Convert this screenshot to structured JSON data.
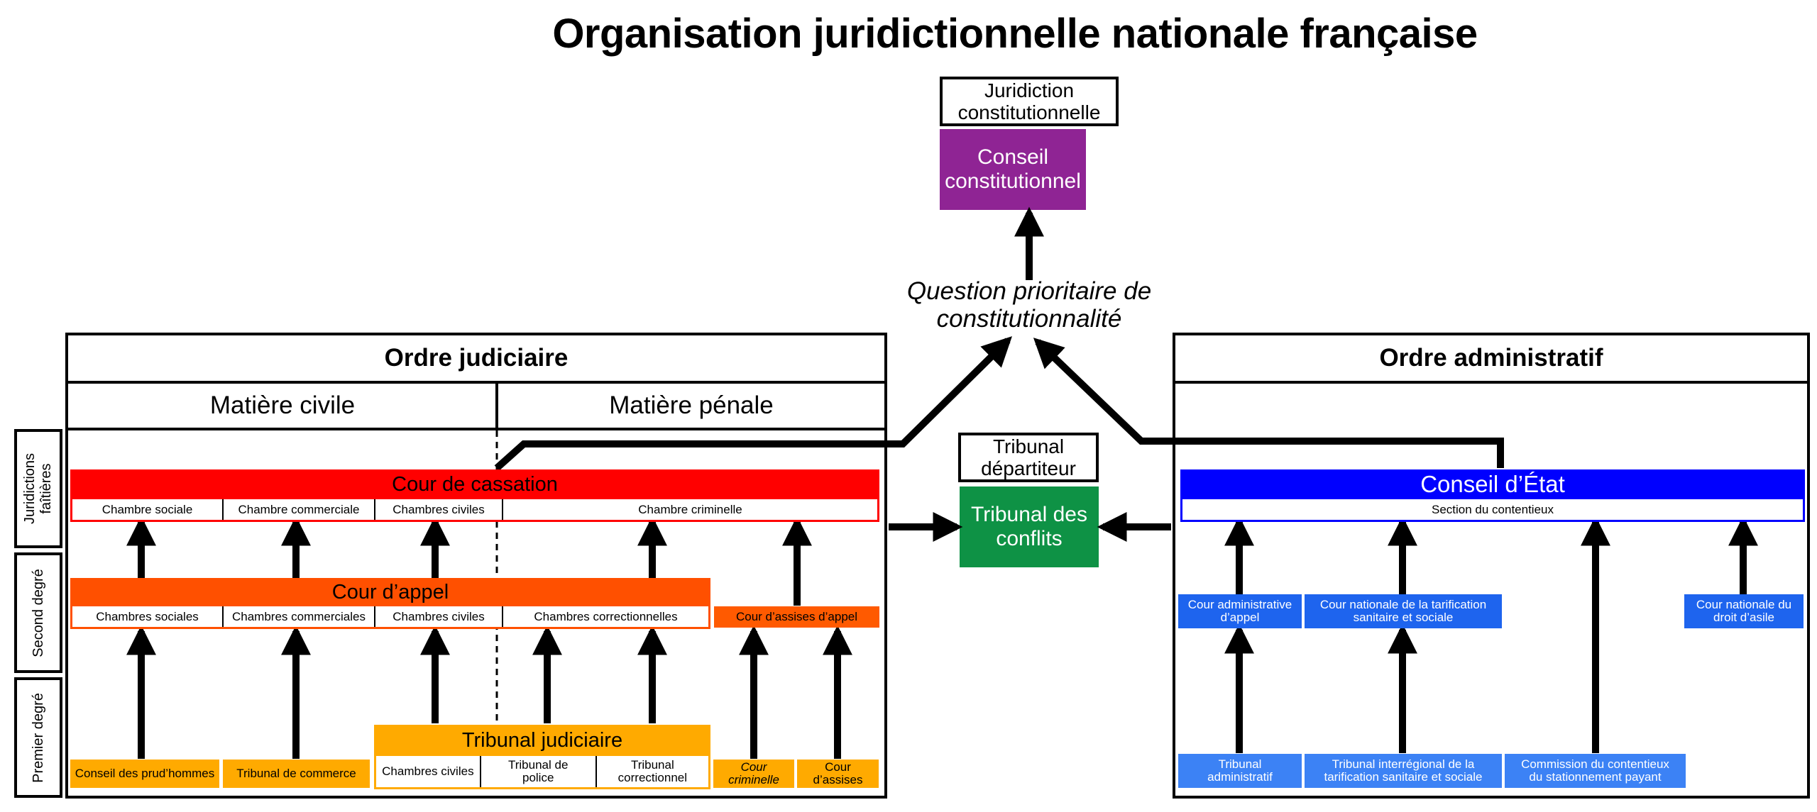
{
  "title": "Organisation juridictionnelle nationale française",
  "constitutional": {
    "label": "Juridiction constitutionnelle",
    "court": "Conseil constitutionnel",
    "qpc": "Question prioritaire de constitutionnalité"
  },
  "conflicts": {
    "departiteur": "Tribunal départiteur",
    "court": "Tribunal des conflits"
  },
  "levels": {
    "supreme": "Juridictions faîtières",
    "second": "Second degré",
    "first": "Premier degré"
  },
  "judicial": {
    "header": "Ordre judiciaire",
    "civil": "Matière civile",
    "penal": "Matière pénale",
    "cassation": {
      "name": "Cour de cassation",
      "chambers": [
        "Chambre sociale",
        "Chambre commerciale",
        "Chambres civiles",
        "Chambre criminelle"
      ]
    },
    "appel": {
      "name": "Cour d’appel",
      "chambers": [
        "Chambres sociales",
        "Chambres commerciales",
        "Chambres civiles",
        "Chambres correctionnelles"
      ]
    },
    "assises_appel": "Cour d’assises d’appel",
    "prudhommes": "Conseil des prud’hommes",
    "commerce": "Tribunal de commerce",
    "tribunal_judiciaire": {
      "name": "Tribunal judiciaire",
      "chambers": [
        "Chambres civiles",
        "Tribunal de police",
        "Tribunal correctionnel"
      ]
    },
    "cour_criminelle": "Cour criminelle",
    "cour_assises": "Cour d’assises"
  },
  "administrative": {
    "header": "Ordre administratif",
    "conseil_etat": {
      "name": "Conseil d’État",
      "section": "Section du contentieux"
    },
    "caa": "Cour administrative d’appel",
    "cntss": "Cour nationale de la tarification sanitaire et sociale",
    "cnda": "Cour nationale du droit d’asile",
    "ta": "Tribunal administratif",
    "titss": "Tribunal interrégional de la tarification sanitaire et sociale",
    "ccsp": "Commission du contentieux du stationnement payant"
  },
  "colors": {
    "cassation": "#ff0000",
    "appel": "#ff5000",
    "assises_appel": "#ff5a00",
    "first_degree": "#ffaa00",
    "tribunal_judiciaire": "#ffaa00",
    "conseil_constitutionnel": "#8f2494",
    "tribunal_conflits": "#0e9245",
    "conseil_etat": "#0000ff",
    "admin_courts": "#1e64ee",
    "admin_first": "#3c82f5"
  }
}
